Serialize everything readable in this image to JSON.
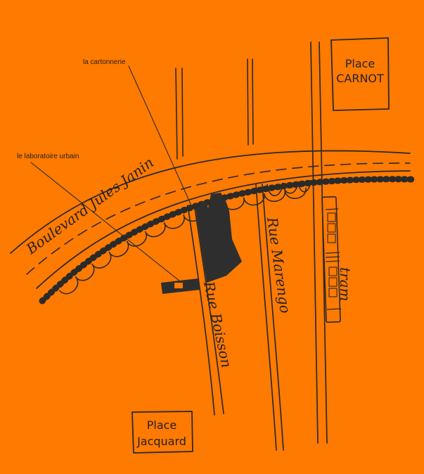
{
  "map": {
    "background": "#ff7a00",
    "ink": "#2a2a2a",
    "callouts": {
      "cartonnerie": "la cartonnerie",
      "laboratoire": "le laboratoire urbain"
    },
    "places": {
      "carnot": {
        "line1": "Place",
        "line2": "CARNOT"
      },
      "jacquard": {
        "line1": "Place",
        "line2": "Jacquard"
      }
    },
    "streets": {
      "jules_janin": "Boulevard Jules Janin",
      "boisson": "Rue Boisson",
      "marengo": "Rue Marengo",
      "tram": "tram"
    }
  }
}
